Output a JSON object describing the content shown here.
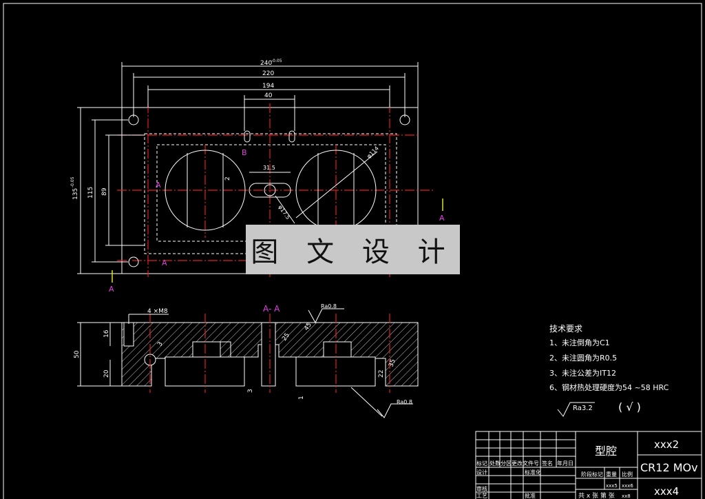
{
  "top_view": {
    "dims": {
      "overall_width": "240",
      "overall_width_tol": "-0.05",
      "inner_220": "220",
      "inner_194": "194",
      "slot_40": "40",
      "height_135": "135",
      "height_tol": "-0.05",
      "h_115": "115",
      "h_89": "89",
      "d_2": "2",
      "d_315": "31.5",
      "dia_114": "φ114",
      "dia_17": "φ17.5"
    },
    "labels": {
      "A1": "A",
      "A2": "A",
      "A3": "A",
      "A4": "A",
      "B": "B"
    }
  },
  "watermark": "图 文 设 计",
  "section": {
    "title": "A- A",
    "dims": {
      "thread": "4 ×M8",
      "h16": "16",
      "h50": "50",
      "h20": "20",
      "d3": "3",
      "d1": "1",
      "r22": "22",
      "r35": "35",
      "d3b": "3",
      "d25": "25",
      "r45": "45"
    },
    "roughness_top": "Ra0.8",
    "roughness_bottom": "Ra0.8"
  },
  "tech_requirements": {
    "heading": "技术要求",
    "items": [
      "1、未注倒角为C1",
      "2、未注圆角为R0.5",
      "3、未注公差为IT12",
      "6、钢材热处理硬度为54 ~58 HRC"
    ],
    "roughness_note": "Ra3.2",
    "roughness_symbol": "( √ )"
  },
  "title_block": {
    "part_name": "型腔",
    "code_top": "xxx2",
    "material": "CR12 MOv",
    "code_bottom": "xxx4",
    "header_cols": [
      "标记",
      "处数",
      "分区",
      "更改文件号",
      "签名",
      "年月日"
    ],
    "rows": [
      "设计",
      "审核",
      "工艺"
    ],
    "std_label": "标准化",
    "approve_label": "批准",
    "stage_label": "阶段标记",
    "weight_label": "重量",
    "scale_label": "比例",
    "weight_val": "xxx5",
    "scale_val": "xxx6",
    "sheet_text": "共 x 张  第  张",
    "sheet_val": "xx8"
  }
}
